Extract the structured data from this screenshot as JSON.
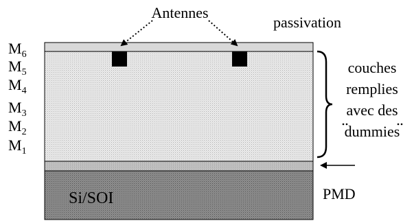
{
  "labels": {
    "antennas": "Antennes",
    "passivation": "passivation",
    "pmd": "PMD",
    "substrate": "Si/SOI",
    "filled_layers": [
      "couches",
      "remplies",
      "avec des",
      "dummies"
    ]
  },
  "metal_layers": [
    {
      "letter": "M",
      "index": "6"
    },
    {
      "letter": "M",
      "index": "5"
    },
    {
      "letter": "M",
      "index": "4"
    },
    {
      "letter": "M",
      "index": "3"
    },
    {
      "letter": "M",
      "index": "2"
    },
    {
      "letter": "M",
      "index": "1"
    }
  ],
  "colors": {
    "passivation_fill": "#d8d8d8",
    "metal_stack_fill": "#e6e6e6",
    "pmd_fill": "#c4c4c4",
    "substrate_fill": "#8a8a8a",
    "antenna_fill": "#000000"
  }
}
